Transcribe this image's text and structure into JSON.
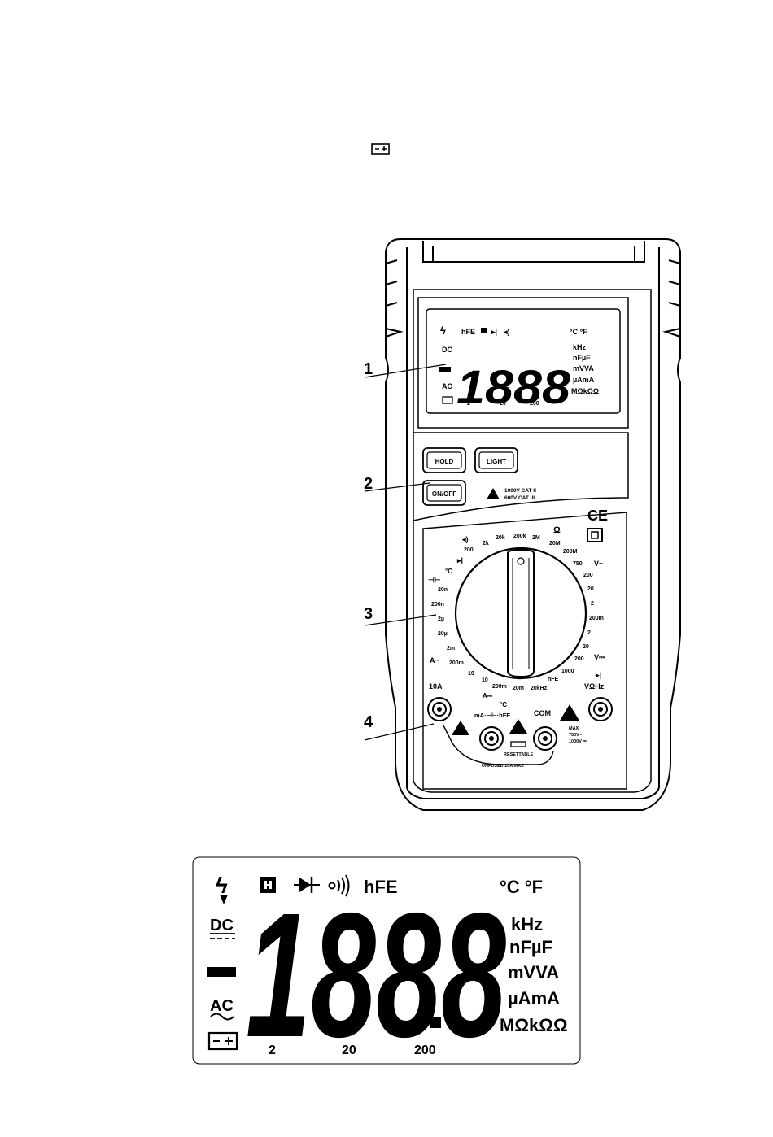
{
  "battery_symbol": "battery-icon",
  "callouts": [
    "1",
    "2",
    "3",
    "4"
  ],
  "small_lcd": {
    "top_row": [
      "hFE",
      "°C °F"
    ],
    "dc": "DC",
    "ac": "AC",
    "digits": "1888",
    "units": [
      "kHz",
      "nFµF",
      "mVVA",
      "µAmA",
      "MΩkΩΩ"
    ],
    "ranges": [
      "2",
      "20",
      "200"
    ]
  },
  "buttons": {
    "hold": "HOLD",
    "light": "LIGHT",
    "onoff": "ON/OFF"
  },
  "cat_rating": [
    "1000V  CAT II",
    "600V  CAT III"
  ],
  "ce_mark": "CE",
  "dial": {
    "omega": "Ω",
    "ohm_ranges": [
      "200",
      "2k",
      "20k",
      "200k",
      "2M",
      "20M",
      "200M"
    ],
    "vac_label": "V~",
    "vac_ranges": [
      "750",
      "200",
      "20",
      "2"
    ],
    "vdc_ranges": [
      "200m",
      "2",
      "20",
      "200",
      "1000"
    ],
    "vdc_label": "V⎓",
    "diode_right": "diode-icon",
    "hfe": "hFE",
    "freq": "20kHz",
    "adc_ranges": [
      "20m",
      "200m",
      "10"
    ],
    "adc_label": "A⎓",
    "aac_ranges": [
      "10",
      "200m"
    ],
    "aac_label": "A~",
    "cap_ranges": [
      "2m",
      "20µ",
      "2µ",
      "200n",
      "20n"
    ],
    "temp": "°C",
    "temp2": "°C"
  },
  "jacks": {
    "a10": "10A",
    "ma": "mA·⊣⊢·hFE",
    "com": "COM",
    "vohz": "VΩHz",
    "resettable": "RESETTABLE",
    "unfused": "UNFUSED,10A MAX",
    "max": [
      "MAX",
      "750V~",
      "1000V ⎓"
    ]
  },
  "big_lcd": {
    "hfe": "hFE",
    "temp": "°C °F",
    "dc": "DC",
    "ac": "AC",
    "digits": "1888",
    "units": [
      "kHz",
      "nFµF",
      "mVVA",
      "µAmA",
      "MΩkΩΩ"
    ],
    "ranges": [
      "2",
      "20",
      "200"
    ]
  }
}
